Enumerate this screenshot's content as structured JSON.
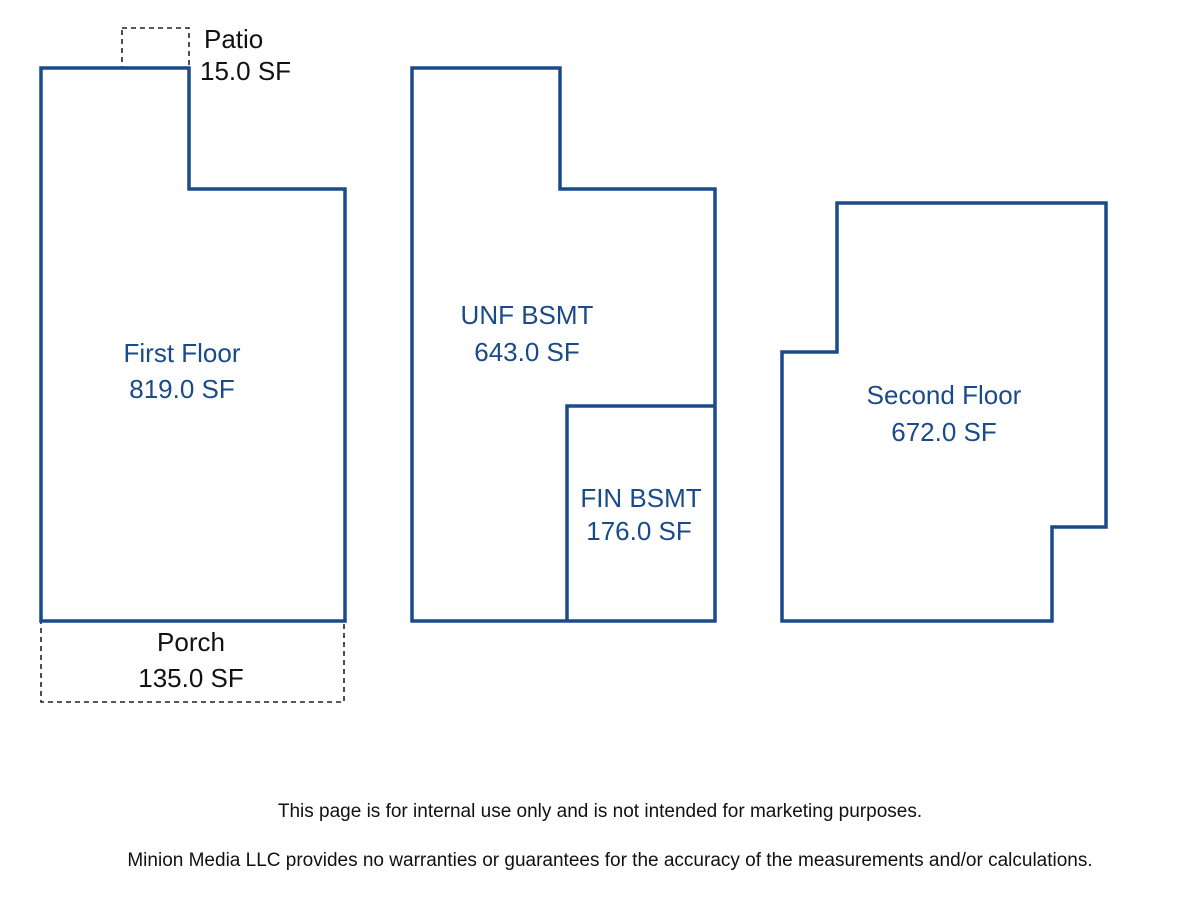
{
  "colors": {
    "wall": "#1a4a8a",
    "room_text": "#1a4a8a",
    "outdoor_line": "#222222",
    "outdoor_text": "#111111",
    "background": "#ffffff"
  },
  "rooms": {
    "first_floor": {
      "name": "First Floor",
      "area": "819.0 SF"
    },
    "unf_bsmt": {
      "name": "UNF BSMT",
      "area": "643.0 SF"
    },
    "fin_bsmt": {
      "name": "FIN BSMT",
      "area": "176.0 SF"
    },
    "second_floor": {
      "name": "Second Floor",
      "area": "672.0 SF"
    }
  },
  "outdoor": {
    "patio": {
      "name": "Patio",
      "area": "15.0 SF"
    },
    "porch": {
      "name": "Porch",
      "area": "135.0 SF"
    }
  },
  "disclaimers": {
    "line1": "This page is for internal use only and is not intended for marketing purposes.",
    "line2": "Minion Media LLC provides no warranties or guarantees for the accuracy of the measurements and/or calculations."
  }
}
